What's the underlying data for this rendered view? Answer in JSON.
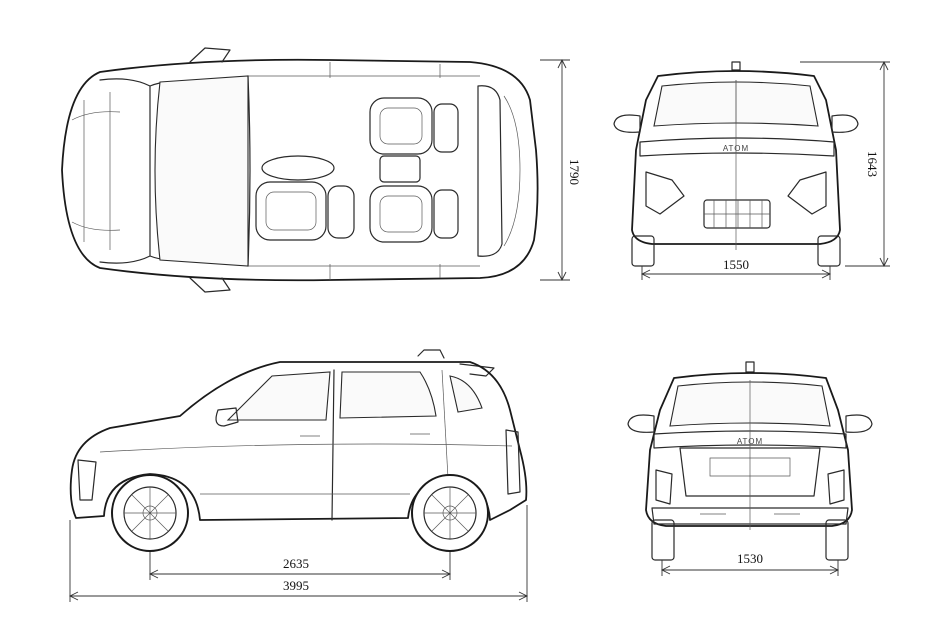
{
  "dimensions": {
    "top_width": "1790",
    "front_height": "1643",
    "front_track": "1550",
    "wheelbase": "2635",
    "overall_length": "3995",
    "rear_track": "1530"
  },
  "badges": {
    "front_logo": "ATOM",
    "rear_logo": "ATOM"
  },
  "colors": {
    "line": "#2a2a2a",
    "background": "#ffffff"
  }
}
